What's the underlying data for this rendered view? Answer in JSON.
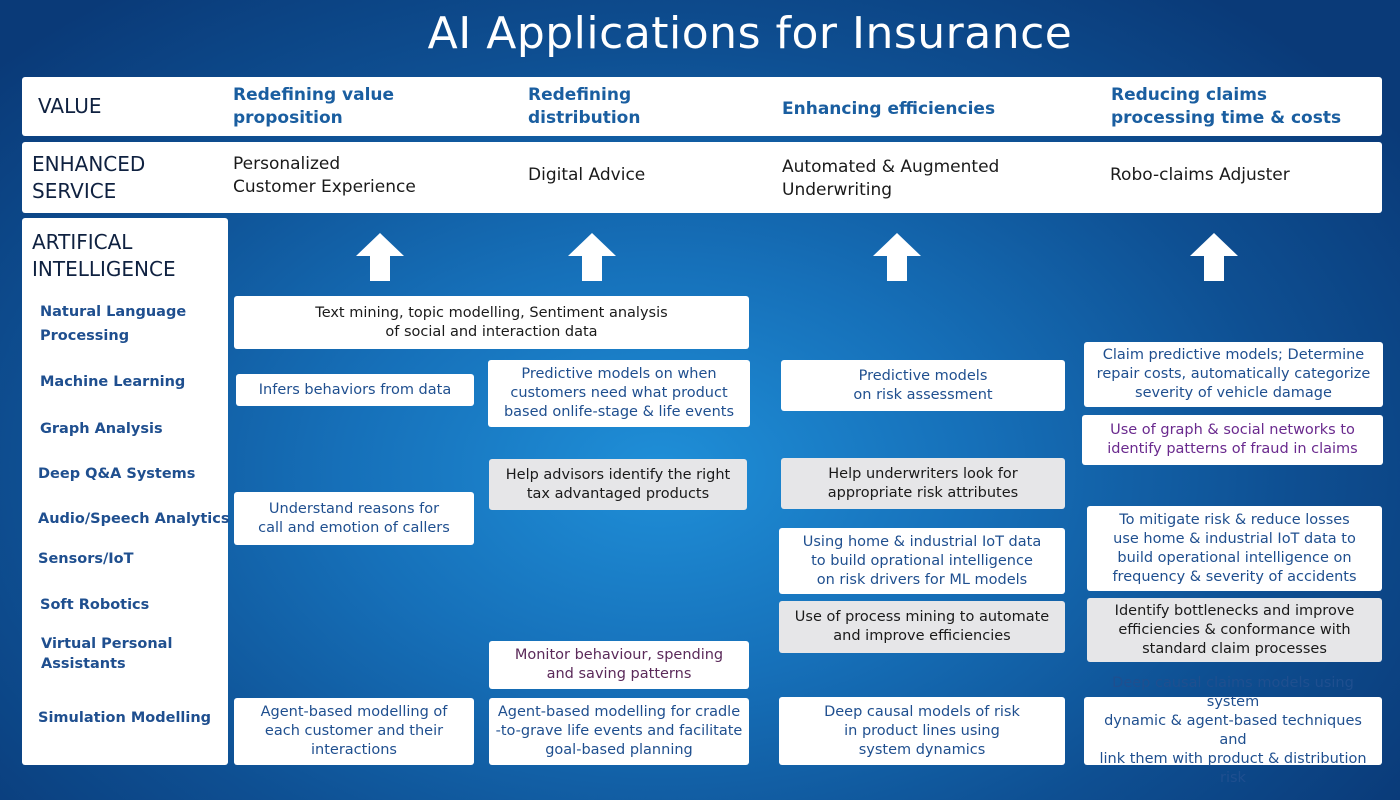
{
  "title": "AI Applications for Insurance",
  "rows": {
    "value_label": "VALUE",
    "service_label": "ENHANCED\nSERVICE",
    "ai_label": "ARTIFICAL\nINTELLIGENCE"
  },
  "columns": [
    {
      "heading": "Redefining value\nproposition",
      "service": "Personalized\nCustomer Experience"
    },
    {
      "heading": "Redefining\ndistribution",
      "service": "Digital Advice"
    },
    {
      "heading": "Enhancing efficiencies",
      "service": "Automated & Augmented\nUnderwriting"
    },
    {
      "heading": "Reducing claims\nprocessing time & costs",
      "service": "Robo-claims Adjuster"
    }
  ],
  "technologies": [
    "Natural Language\nProcessing",
    "Machine Learning",
    "Graph Analysis",
    "Deep Q&A Systems",
    "Audio/Speech Analytics",
    "Sensors/IoT",
    "Soft Robotics",
    "Virtual Personal\nAssistants",
    "Simulation Modelling"
  ],
  "boxes": {
    "nlp_text_mining": "Text mining, topic modelling, Sentiment analysis\nof social and interaction data",
    "infers_behaviors": "Infers behaviors from data",
    "predictive_customers": "Predictive models on when\ncustomers need what product\nbased onlife-stage & life events",
    "predictive_risk": "Predictive models\non risk assessment",
    "claim_predictive": "Claim predictive models; Determine\nrepair costs, automatically categorize\nseverity of vehicle damage",
    "graph_fraud": "Use of graph & social networks to\nidentify patterns of fraud in claims",
    "help_advisors": "Help advisors identify the right\ntax advantaged products",
    "help_underwriters": "Help underwriters look for\nappropriate risk attributes",
    "understand_callers": "Understand reasons for\ncall and emotion of callers",
    "iot_underwriting": "Using home & industrial IoT data\nto build oprational intelligence\non risk drivers for ML models",
    "iot_claims": "To mitigate risk & reduce losses\nuse home & industrial IoT  data to\nbuild operational intelligence on\nfrequency & severity of accidents",
    "process_mining": "Use of process mining to automate\nand improve efficiencies",
    "bottlenecks": "Identify bottlenecks and improve\nefficiencies & conformance with\nstandard claim processes",
    "monitor_behaviour": "Monitor behaviour, spending\nand saving patterns",
    "agent_customer": "Agent-based modelling of\neach customer and their\ninteractions",
    "agent_cradle": "Agent-based modelling for cradle\n-to-grave life events and facilitate\ngoal-based planning",
    "causal_risk": "Deep causal models of risk\nin product lines using\nsystem dynamics",
    "causal_claims": "Deep causal claims models using system\ndynamic & agent-based techniques and\nlink them with product & distribution risk"
  },
  "icons": {
    "up_arrow": "up-arrow-icon"
  },
  "colors": {
    "background": "#1670b9",
    "heading": "#1a5ea0",
    "box_text": "#1f4f8f",
    "purple_text": "#6a2a8e",
    "gray_box": "#e6e6e8"
  }
}
